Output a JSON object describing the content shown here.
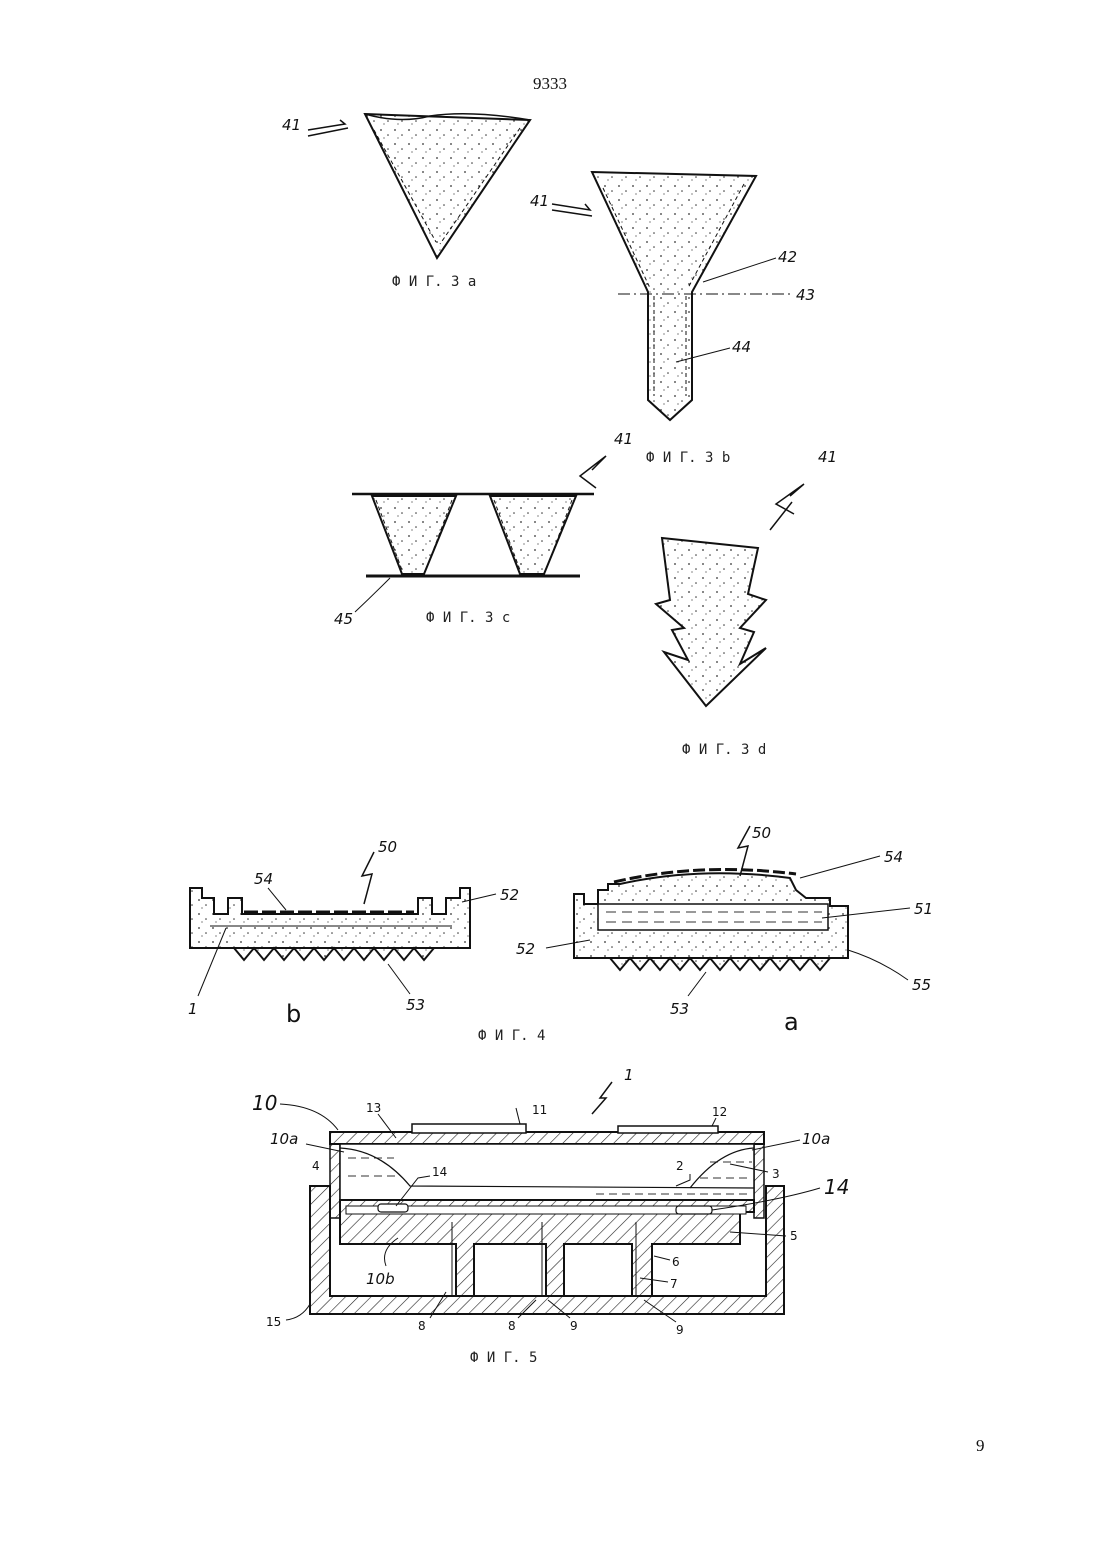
{
  "header": {
    "doc_number": "9333"
  },
  "footer": {
    "page_number": "9"
  },
  "figures": {
    "fig3a": {
      "caption": "Ф И Г. 3 а",
      "labels": {
        "l41": "41"
      }
    },
    "fig3b": {
      "caption": "Ф И Г. 3 b",
      "labels": {
        "l41": "41",
        "l42": "42",
        "l43": "43",
        "l44": "44"
      }
    },
    "fig3c": {
      "caption": "Ф И Г. 3 с",
      "labels": {
        "l41": "41",
        "l45": "45"
      }
    },
    "fig3d": {
      "caption": "Ф И Г. 3 d",
      "labels": {
        "l41": "41"
      }
    },
    "fig4": {
      "caption": "Ф И Г. 4",
      "part_b": {
        "letter": "b",
        "labels": {
          "l54": "54",
          "l50": "50",
          "l52": "52",
          "l1": "1",
          "l53": "53"
        }
      },
      "part_a": {
        "letter": "a",
        "labels": {
          "l50": "50",
          "l54": "54",
          "l51": "51",
          "l52": "52",
          "l55": "55",
          "l53": "53"
        }
      }
    },
    "fig5": {
      "caption": "Ф И Г. 5",
      "labels": {
        "l1": "1",
        "l10": "10",
        "l13": "13",
        "l11": "11",
        "l12": "12",
        "l10a_left": "10a",
        "l10a_right": "10a",
        "l4": "4",
        "l14_left": "14",
        "l14_right": "14",
        "l2": "2",
        "l3": "3",
        "l5": "5",
        "l6": "6",
        "l7": "7",
        "l10b": "10b",
        "l8_left": "8",
        "l8_mid": "8",
        "l9_mid": "9",
        "l9_right": "9",
        "l15": "15"
      }
    }
  }
}
